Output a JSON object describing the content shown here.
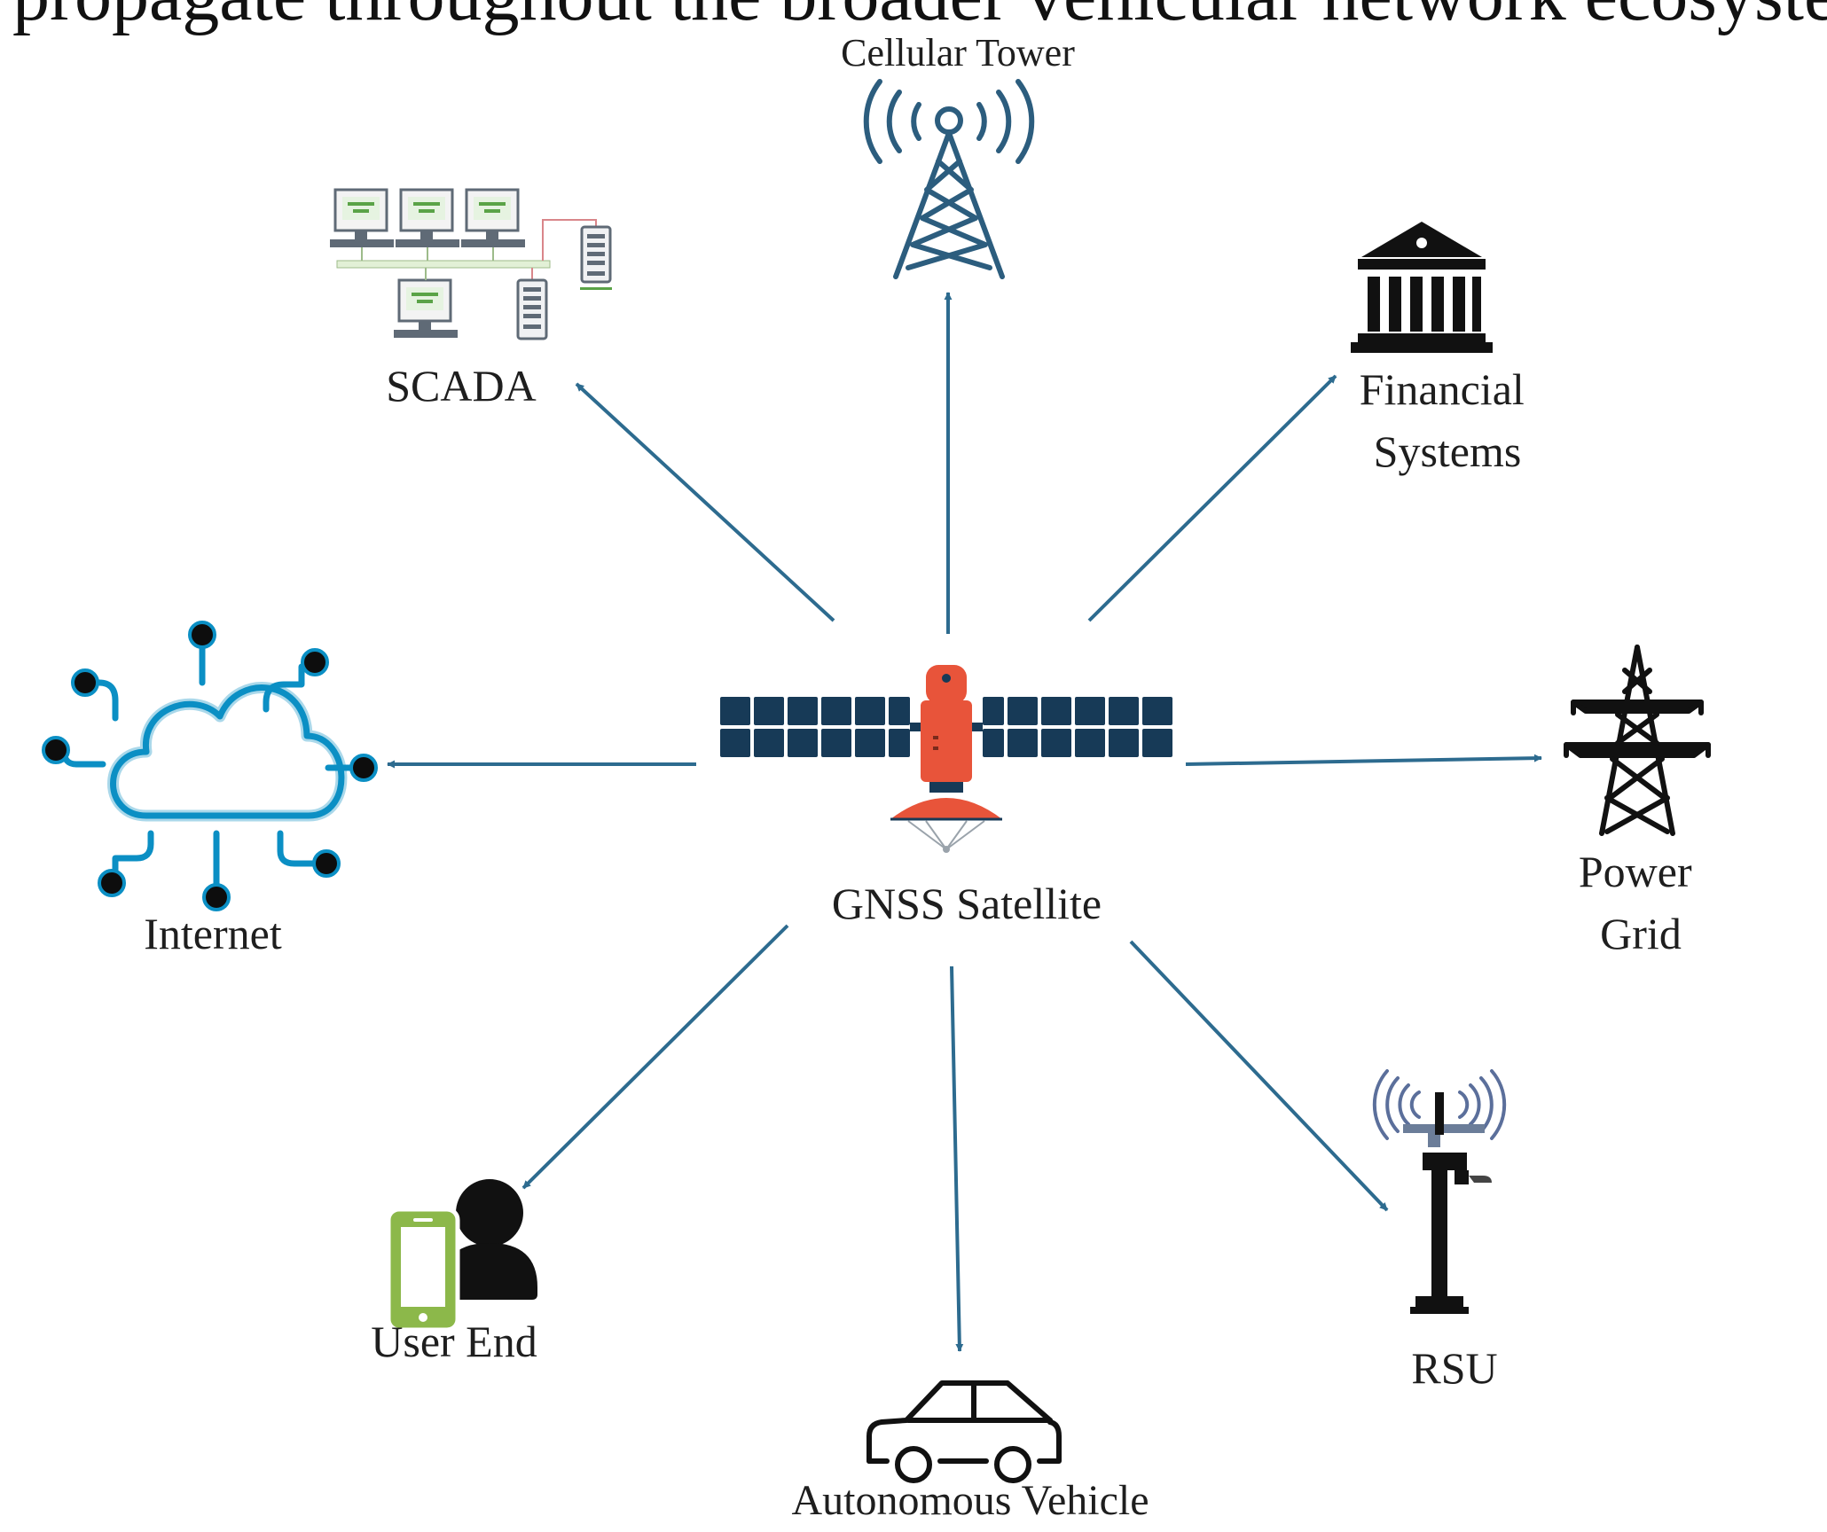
{
  "caption_fragment": "propagate throughout the broader vehicular network ecosystem.",
  "center": {
    "label": "GNSS Satellite",
    "icon": "satellite-icon"
  },
  "nodes": [
    {
      "key": "cellular",
      "label": "Cellular Tower",
      "icon": "cell-tower-icon"
    },
    {
      "key": "scada",
      "label": "SCADA",
      "icon": "scada-network-icon"
    },
    {
      "key": "financial",
      "label": "Financial\nSystems",
      "icon": "bank-icon"
    },
    {
      "key": "internet",
      "label": "Internet",
      "icon": "cloud-network-icon"
    },
    {
      "key": "power",
      "label": "Power\nGrid",
      "icon": "transmission-tower-icon"
    },
    {
      "key": "user",
      "label": "User End",
      "icon": "user-phone-icon"
    },
    {
      "key": "vehicle",
      "label": "Autonomous Vehicle",
      "icon": "car-icon"
    },
    {
      "key": "rsu",
      "label": "RSU",
      "icon": "rsu-icon"
    }
  ],
  "colors": {
    "arrow": "#2d6b8f",
    "satellite_body": "#e8543a",
    "satellite_panel": "#173a57",
    "cloud": "#0b8fc4",
    "cell_tower": "#2c5d7e",
    "phone": "#8cb84a"
  }
}
